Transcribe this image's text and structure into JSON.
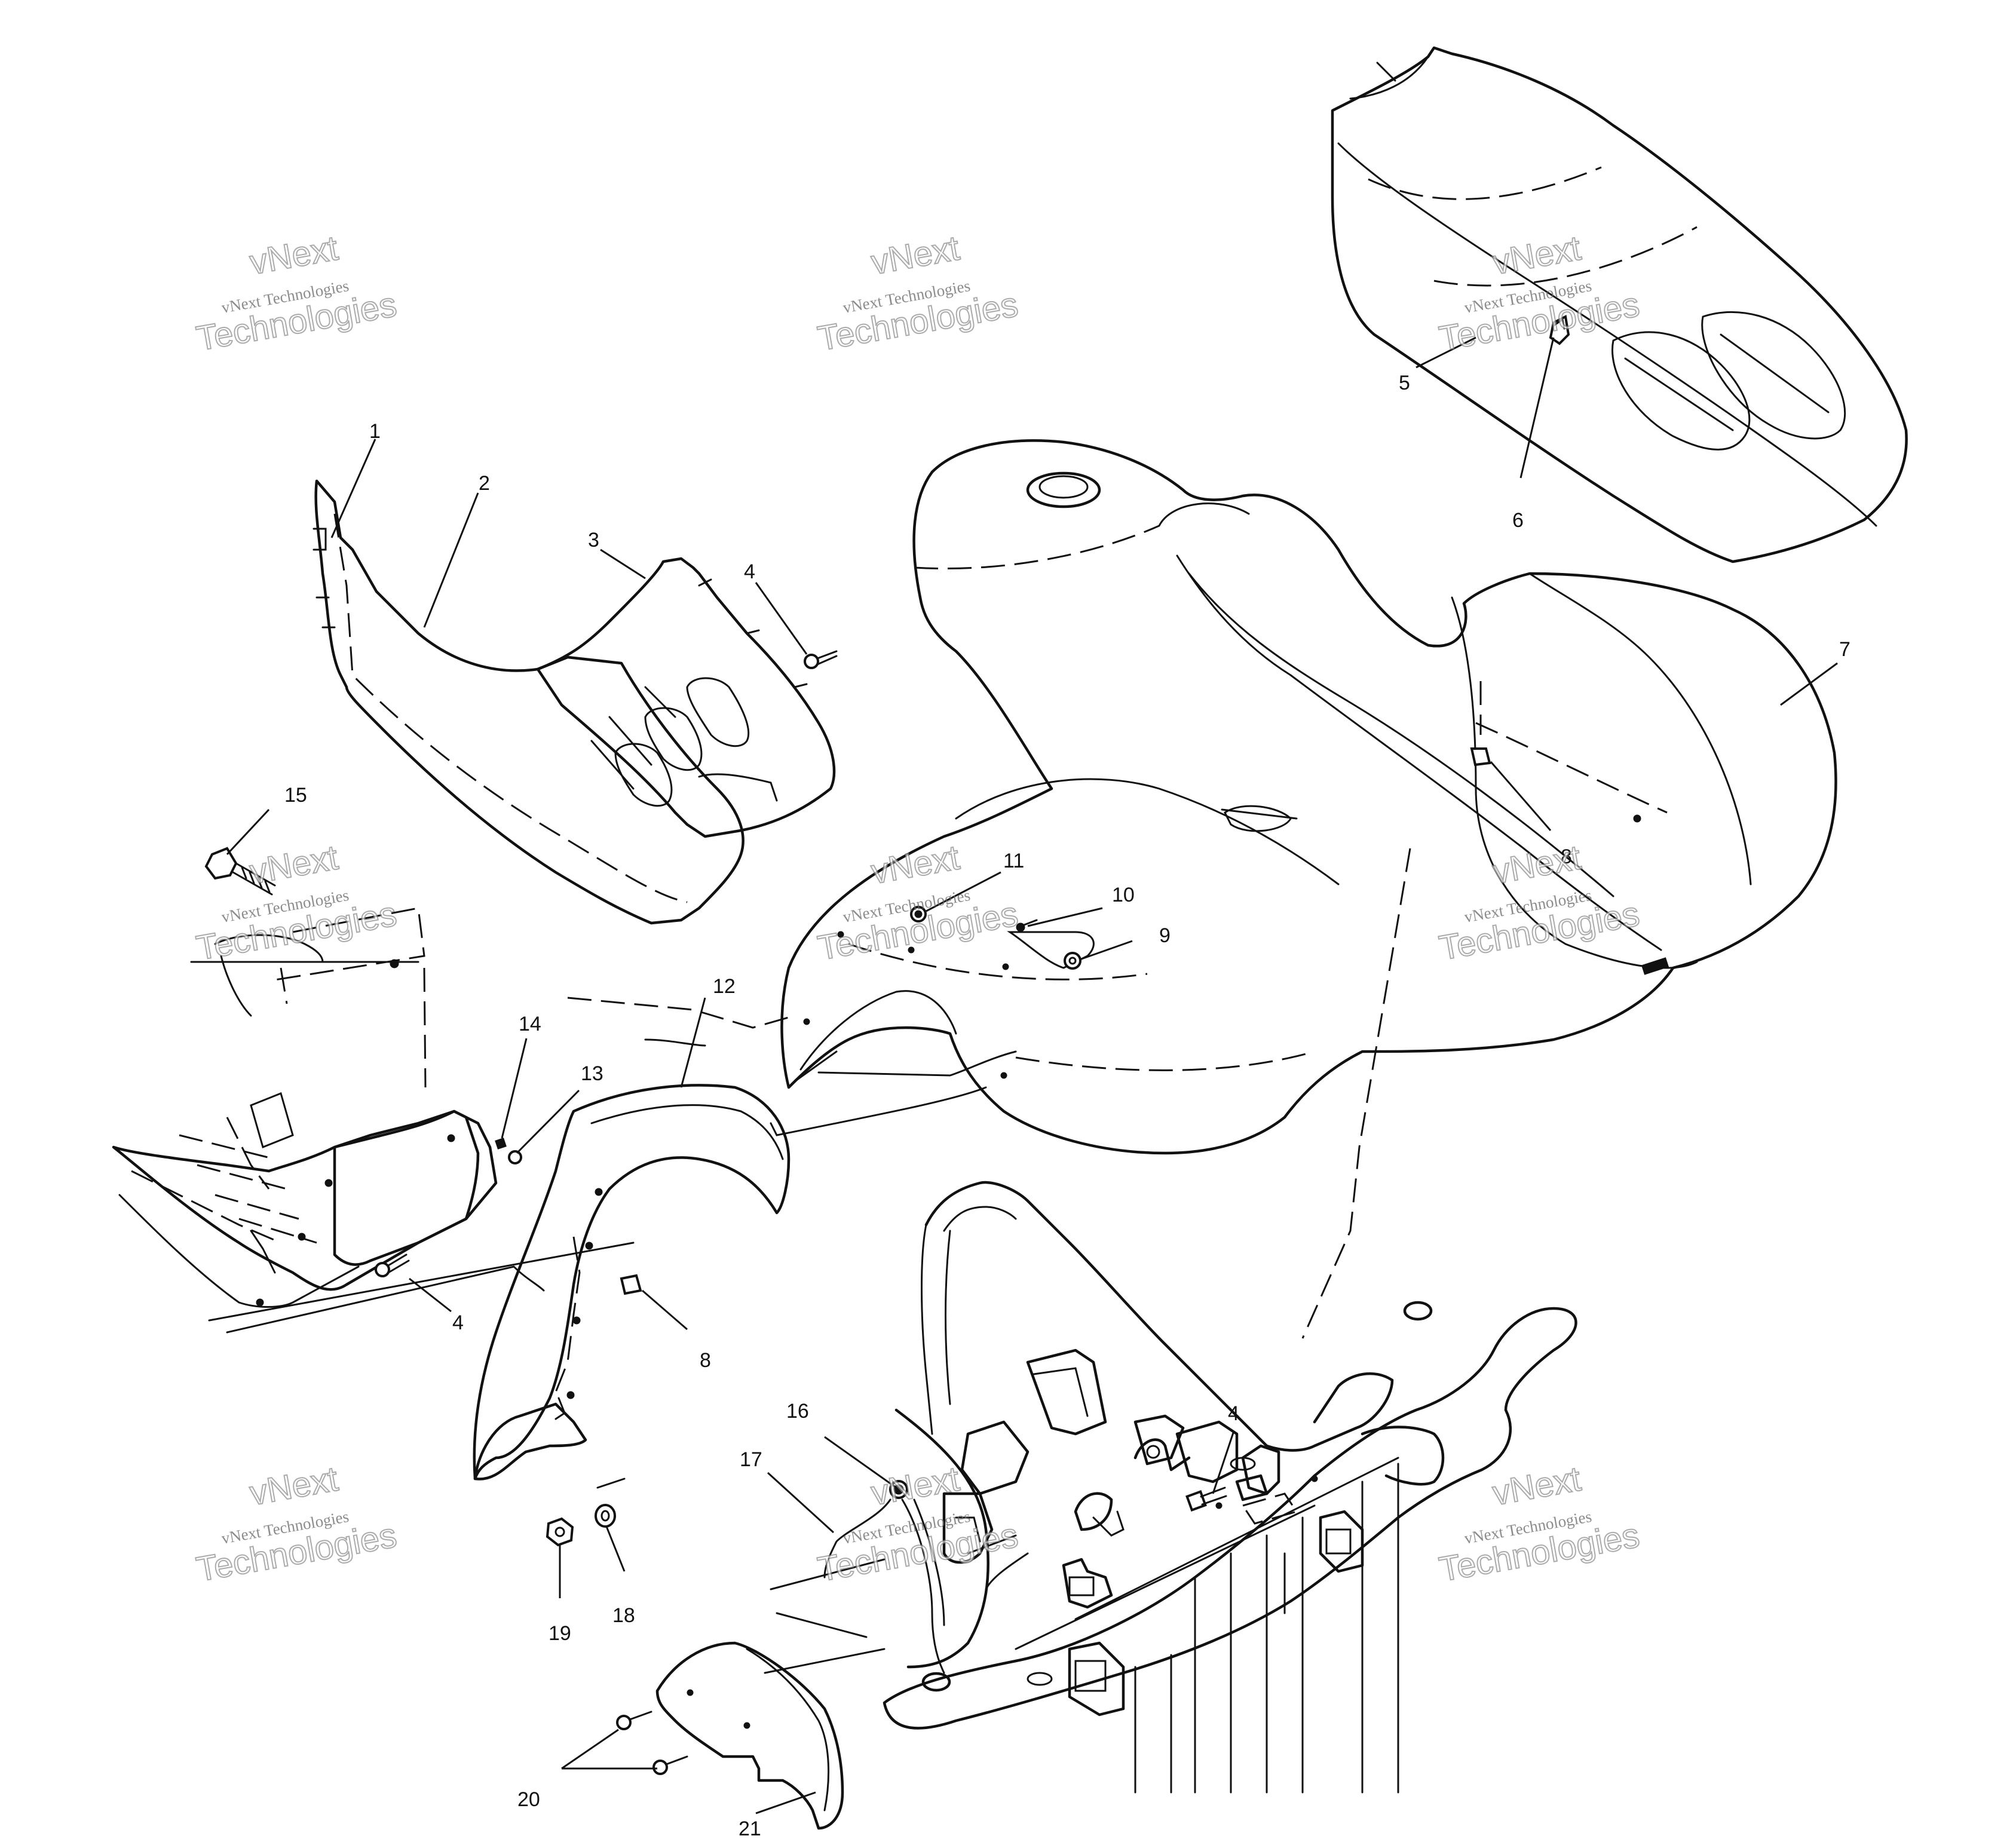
{
  "diagram": {
    "callouts": [
      "1",
      "2",
      "3",
      "4",
      "5",
      "6",
      "7",
      "8",
      "9",
      "10",
      "11",
      "12",
      "13",
      "14",
      "15",
      "16",
      "17",
      "18",
      "19",
      "20",
      "21"
    ],
    "callout_label_4": "4",
    "callout_label_8": "8",
    "watermark": {
      "line1": "vNext",
      "line2": "vNext Technologies",
      "line3": "Technologies"
    }
  }
}
